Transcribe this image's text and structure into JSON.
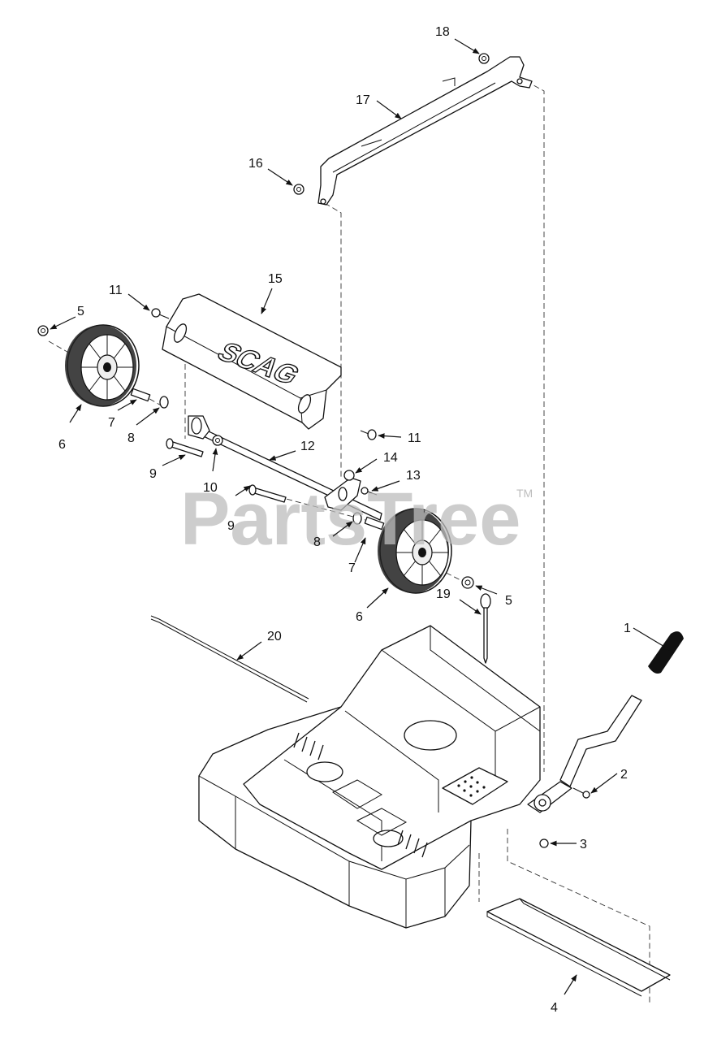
{
  "watermark": {
    "text": "PartsTree",
    "trademark": "TM"
  },
  "brand_text": "SCAG",
  "callouts": [
    {
      "id": "c1",
      "label": "1"
    },
    {
      "id": "c2",
      "label": "2"
    },
    {
      "id": "c3",
      "label": "3"
    },
    {
      "id": "c4",
      "label": "4"
    },
    {
      "id": "c5a",
      "label": "5"
    },
    {
      "id": "c5b",
      "label": "5"
    },
    {
      "id": "c6a",
      "label": "6"
    },
    {
      "id": "c6b",
      "label": "6"
    },
    {
      "id": "c7a",
      "label": "7"
    },
    {
      "id": "c7b",
      "label": "7"
    },
    {
      "id": "c8a",
      "label": "8"
    },
    {
      "id": "c8b",
      "label": "8"
    },
    {
      "id": "c9a",
      "label": "9"
    },
    {
      "id": "c9b",
      "label": "9"
    },
    {
      "id": "c10",
      "label": "10"
    },
    {
      "id": "c11a",
      "label": "11"
    },
    {
      "id": "c11b",
      "label": "11"
    },
    {
      "id": "c12",
      "label": "12"
    },
    {
      "id": "c13",
      "label": "13"
    },
    {
      "id": "c14",
      "label": "14"
    },
    {
      "id": "c15",
      "label": "15"
    },
    {
      "id": "c16",
      "label": "16"
    },
    {
      "id": "c17",
      "label": "17"
    },
    {
      "id": "c18",
      "label": "18"
    },
    {
      "id": "c19",
      "label": "19"
    },
    {
      "id": "c20",
      "label": "20"
    }
  ]
}
